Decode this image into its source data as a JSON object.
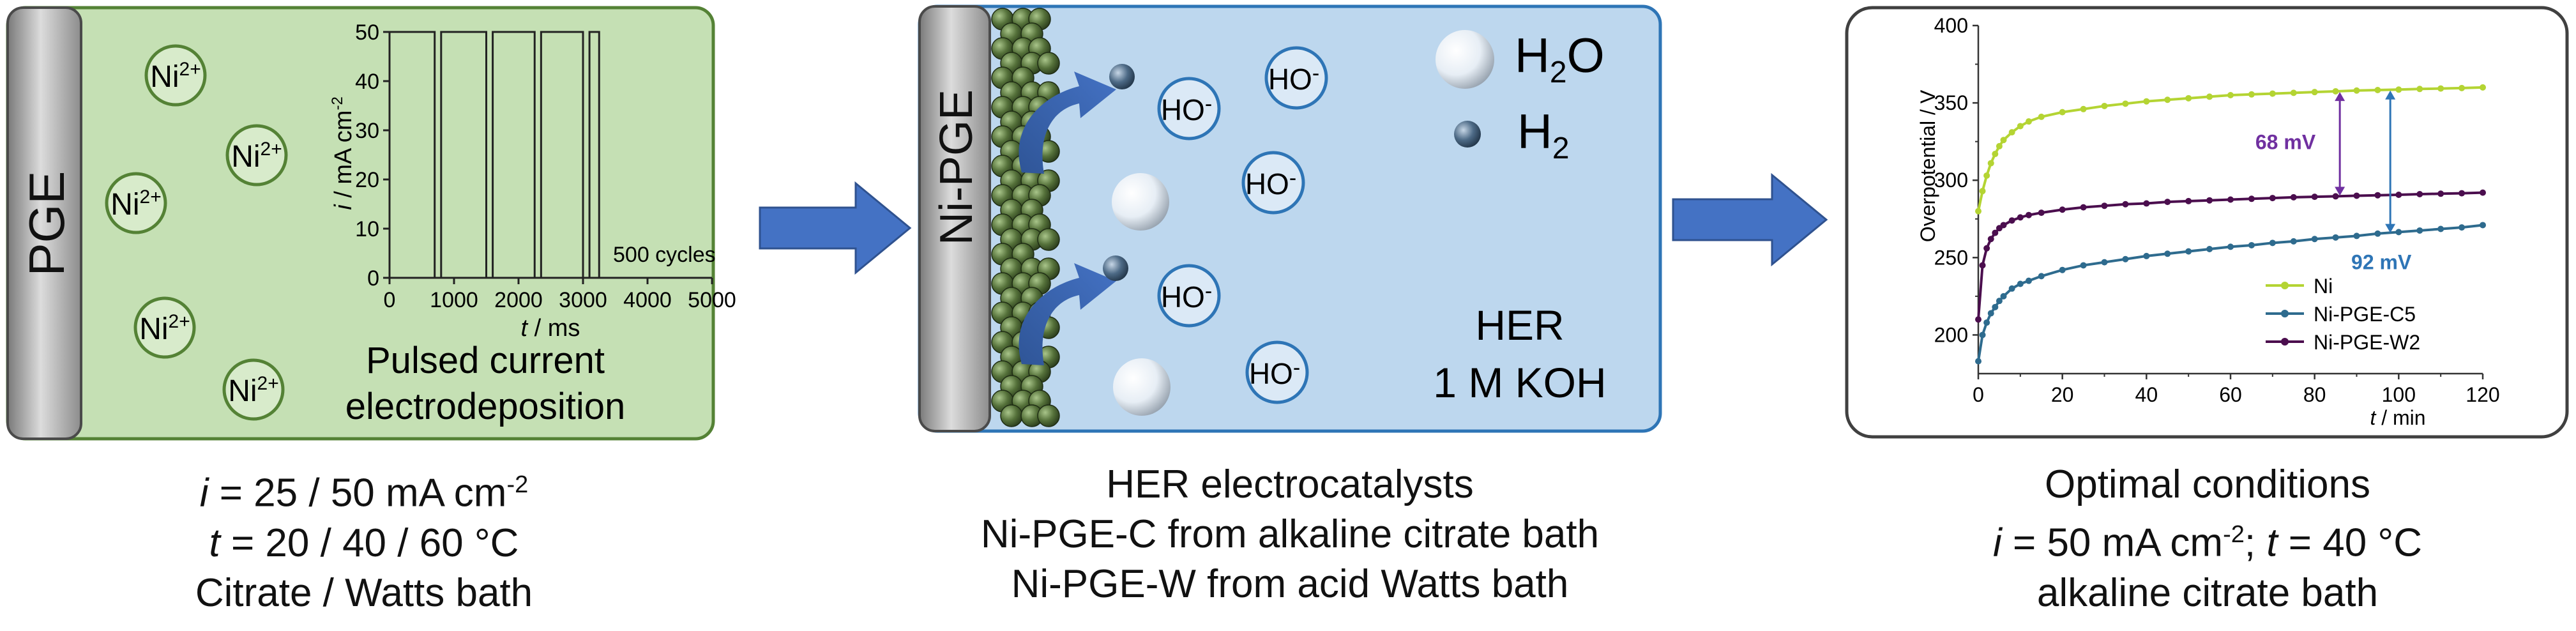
{
  "panel1": {
    "electrode_label": "PGE",
    "ion_base": "Ni",
    "ion_charge": "2+",
    "process_line1": "Pulsed current",
    "process_line2": "electrodeposition",
    "inset": {
      "ylabel_italic": "i",
      "ylabel_rest": " / mA cm",
      "ylabel_sup": "-2",
      "xlabel_italic": "t",
      "xlabel_rest": " / ms",
      "x_ticks": [
        "0",
        "1000",
        "2000",
        "3000",
        "4000",
        "5000"
      ],
      "y_ticks": [
        "0",
        "10",
        "20",
        "30",
        "40",
        "50"
      ],
      "annotation": "500 cycles",
      "pulses_ms": [
        [
          700,
          800
        ],
        [
          1500,
          1600
        ],
        [
          2250,
          2350
        ],
        [
          3000,
          3100
        ]
      ],
      "xlim": [
        0,
        5000
      ],
      "ylim": [
        0,
        50
      ]
    },
    "colors": {
      "fill": "#c5e0b4",
      "border": "#548235",
      "ion_ring": "#548235"
    }
  },
  "caption1": {
    "line1_italic": "i",
    "line1_rest": " = 25 / 50 mA cm",
    "line1_sup": "-2",
    "line2_italic": "t",
    "line2_rest": " = 20 / 40 / 60 °C",
    "line3": "Citrate / Watts bath"
  },
  "panel2": {
    "electrode_label": "Ni-PGE",
    "legend_h2o_base": "H",
    "legend_h2o_sub": "2",
    "legend_h2o_end": "O",
    "legend_h2_base": "H",
    "legend_h2_sub": "2",
    "ion_label": "HO",
    "ion_charge": "-",
    "reaction_line1": "HER",
    "reaction_line2": "1 M KOH",
    "colors": {
      "fill": "#bdd7ee",
      "border": "#2e75b6",
      "sphere": "#4d6b2e"
    }
  },
  "caption2": {
    "line1": "HER electrocatalysts",
    "line2": "Ni-PGE-C from alkaline citrate bath",
    "line3": "Ni-PGE-W from acid Watts bath"
  },
  "arrows": {
    "color": "#4472c4"
  },
  "chart_data": {
    "type": "line",
    "xlabel_italic": "t",
    "xlabel_rest": " / min",
    "ylabel": "Overpotential / V",
    "xlim": [
      0,
      120
    ],
    "ylim": [
      175,
      400
    ],
    "x_ticks": [
      "0",
      "20",
      "40",
      "60",
      "80",
      "100",
      "120"
    ],
    "y_ticks": [
      "200",
      "250",
      "300",
      "350",
      "400"
    ],
    "grid": false,
    "legend": "bottom-right",
    "series": [
      {
        "name": "Ni",
        "color": "#b4d433",
        "x": [
          0,
          1,
          2,
          3,
          4,
          5,
          6,
          8,
          10,
          12,
          15,
          20,
          25,
          30,
          35,
          40,
          45,
          50,
          55,
          60,
          65,
          70,
          75,
          80,
          85,
          90,
          95,
          100,
          105,
          110,
          115,
          120
        ],
        "values": [
          280,
          293,
          303,
          311,
          317,
          322,
          326,
          331,
          335,
          338,
          341,
          344,
          346,
          348,
          349.5,
          351,
          352,
          353,
          354,
          355,
          355.5,
          356,
          356.5,
          357,
          357.5,
          358,
          358.3,
          358.6,
          359,
          359.3,
          359.6,
          360
        ]
      },
      {
        "name": "Ni-PGE-C5",
        "color": "#2e6b8e",
        "x": [
          0,
          1,
          2,
          3,
          4,
          5,
          6,
          8,
          10,
          12,
          15,
          20,
          25,
          30,
          35,
          40,
          45,
          50,
          55,
          60,
          65,
          70,
          75,
          80,
          85,
          90,
          95,
          100,
          105,
          110,
          115,
          120
        ],
        "values": [
          183,
          200,
          208,
          214,
          218,
          222,
          225,
          230,
          233,
          235,
          238,
          242,
          245,
          247,
          249,
          251,
          252.5,
          254,
          255.5,
          257,
          258,
          259.5,
          260.5,
          262,
          263,
          264,
          265.5,
          266.5,
          267.5,
          268.5,
          269.5,
          271
        ]
      },
      {
        "name": "Ni-PGE-W2",
        "color": "#4b0e4e",
        "x": [
          0,
          1,
          2,
          3,
          4,
          5,
          6,
          8,
          10,
          12,
          15,
          20,
          25,
          30,
          35,
          40,
          45,
          50,
          55,
          60,
          65,
          70,
          75,
          80,
          85,
          90,
          95,
          100,
          105,
          110,
          115,
          120
        ],
        "values": [
          210,
          245,
          256,
          262,
          266,
          269,
          271,
          274,
          276,
          277.5,
          279,
          281,
          282.5,
          283.5,
          284.5,
          285,
          286,
          286.5,
          287,
          287.5,
          288,
          288.5,
          289,
          289.3,
          289.6,
          290,
          290.3,
          290.6,
          291,
          291.3,
          291.6,
          292
        ]
      }
    ],
    "annotations": [
      {
        "text": "68 mV",
        "color": "#7030a0",
        "x": 86,
        "from": 290,
        "to": 357
      },
      {
        "text": "92 mV",
        "color": "#2e75b6",
        "x": 98,
        "from": 266,
        "to": 358
      }
    ]
  },
  "caption3": {
    "line1": "Optimal conditions",
    "line2_italic1": "i",
    "line2_mid": " = 50 mA cm",
    "line2_sup": "-2",
    "line2_sep": "; ",
    "line2_italic2": "t",
    "line2_end": " = 40 °C",
    "line3": "alkaline citrate bath"
  }
}
